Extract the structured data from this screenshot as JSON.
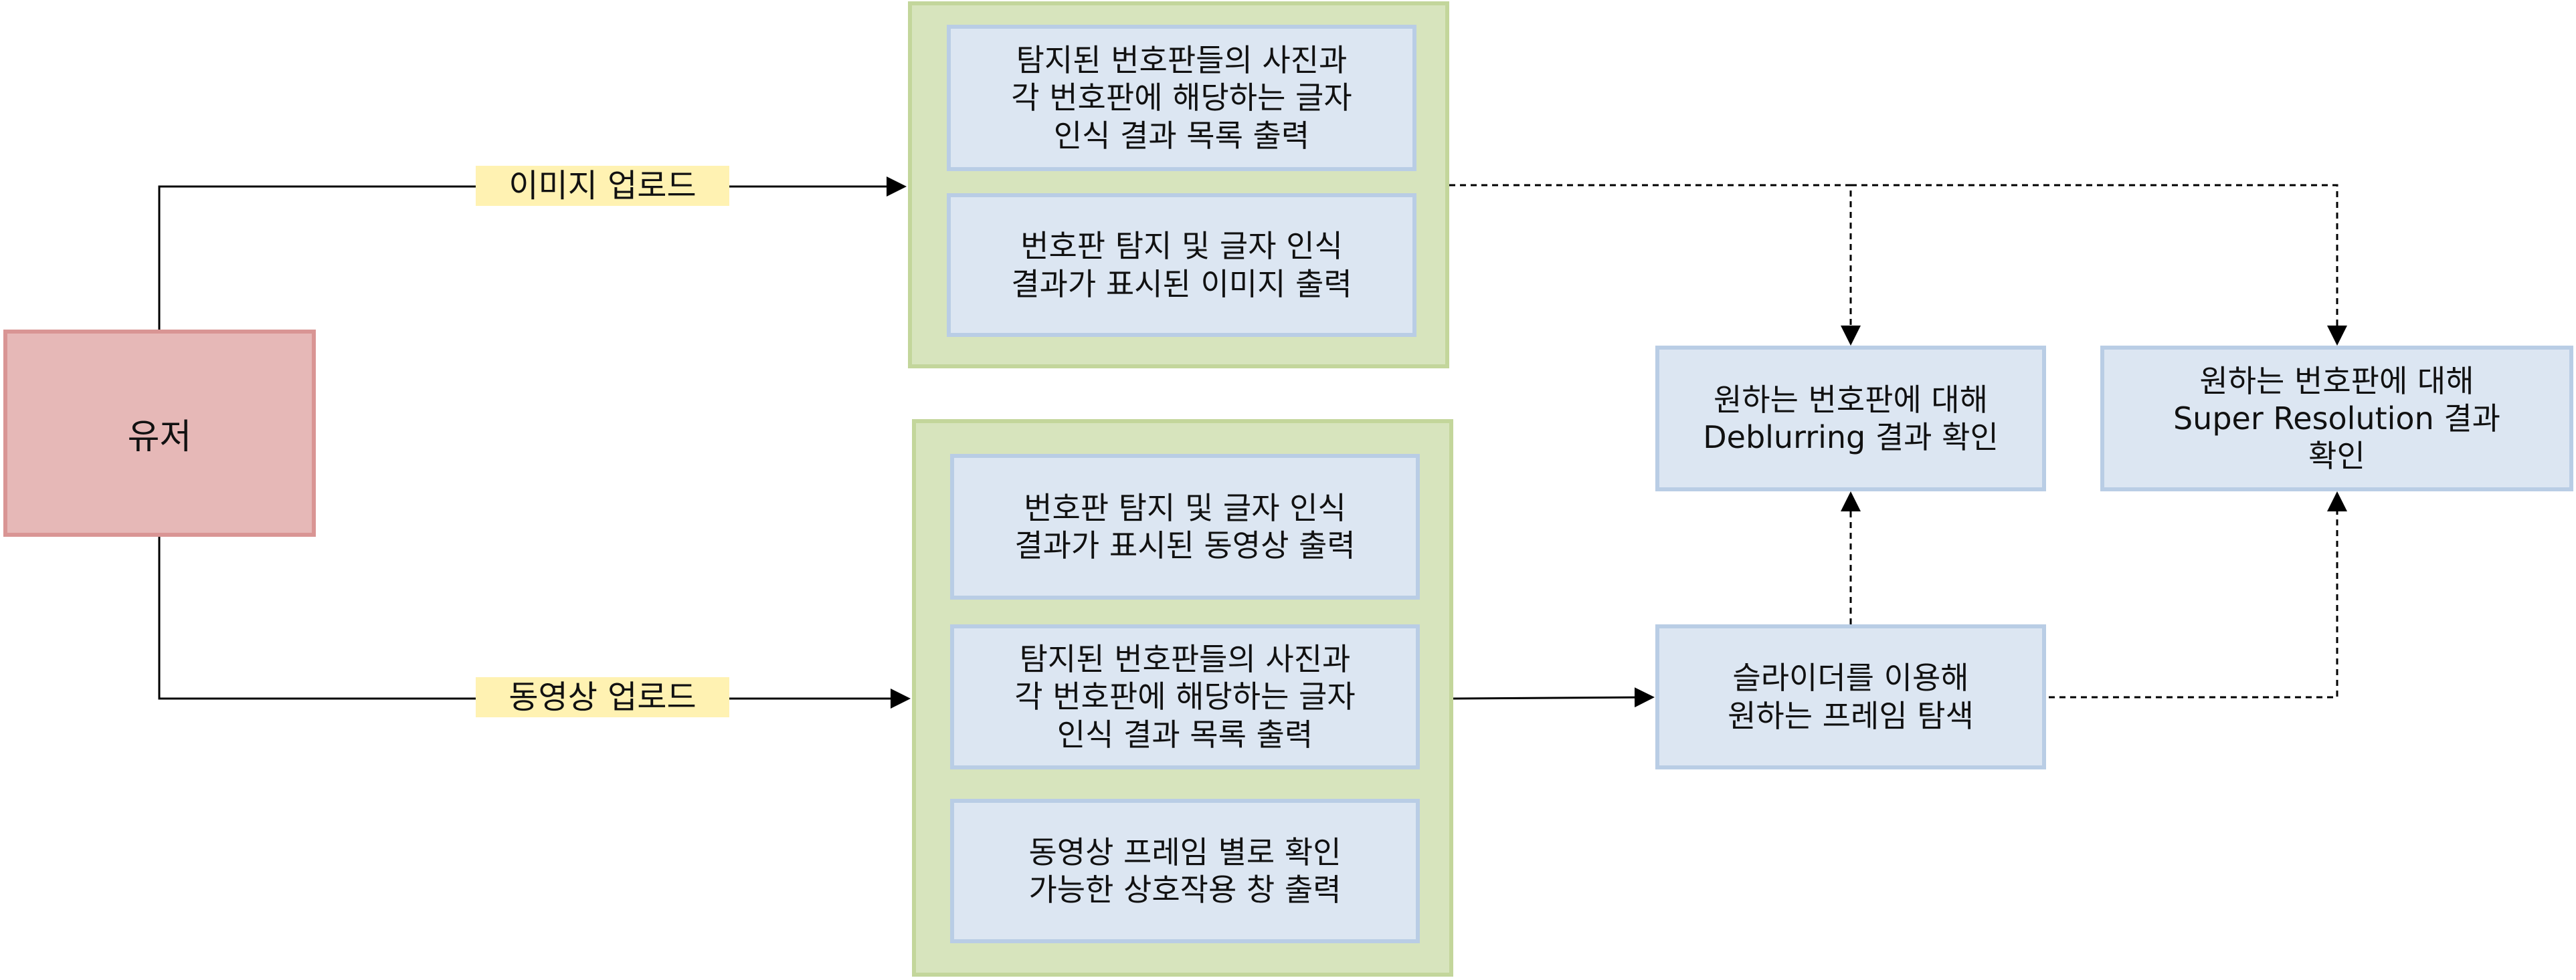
{
  "user": {
    "label": "유저"
  },
  "edges": {
    "image_upload": "이미지 업로드",
    "video_upload": "동영상 업로드"
  },
  "image_group": {
    "item1": "탐지된 번호판들의 사진과\n각 번호판에 해당하는 글자\n인식 결과 목록 출력",
    "item2": "번호판 탐지 및 글자 인식\n결과가 표시된 이미지 출력"
  },
  "video_group": {
    "item1": "번호판 탐지 및 글자 인식\n결과가 표시된 동영상 출력",
    "item2": "탐지된 번호판들의 사진과\n각 번호판에 해당하는 글자\n인식 결과 목록 출력",
    "item3": "동영상 프레임 별로 확인\n가능한 상호작용 창 출력"
  },
  "deblur": {
    "label": "원하는 번호판에 대해\nDeblurring 결과 확인"
  },
  "super_res": {
    "label": "원하는 번호판에 대해\nSuper Resolution 결과\n확인"
  },
  "slider": {
    "label": "슬라이더를 이용해\n원하는 프레임 탐색"
  },
  "colors": {
    "user_fill": "#e6b8b7",
    "group_fill": "#d7e4bd",
    "box_fill": "#dce6f2",
    "label_fill": "#fff2b2"
  }
}
